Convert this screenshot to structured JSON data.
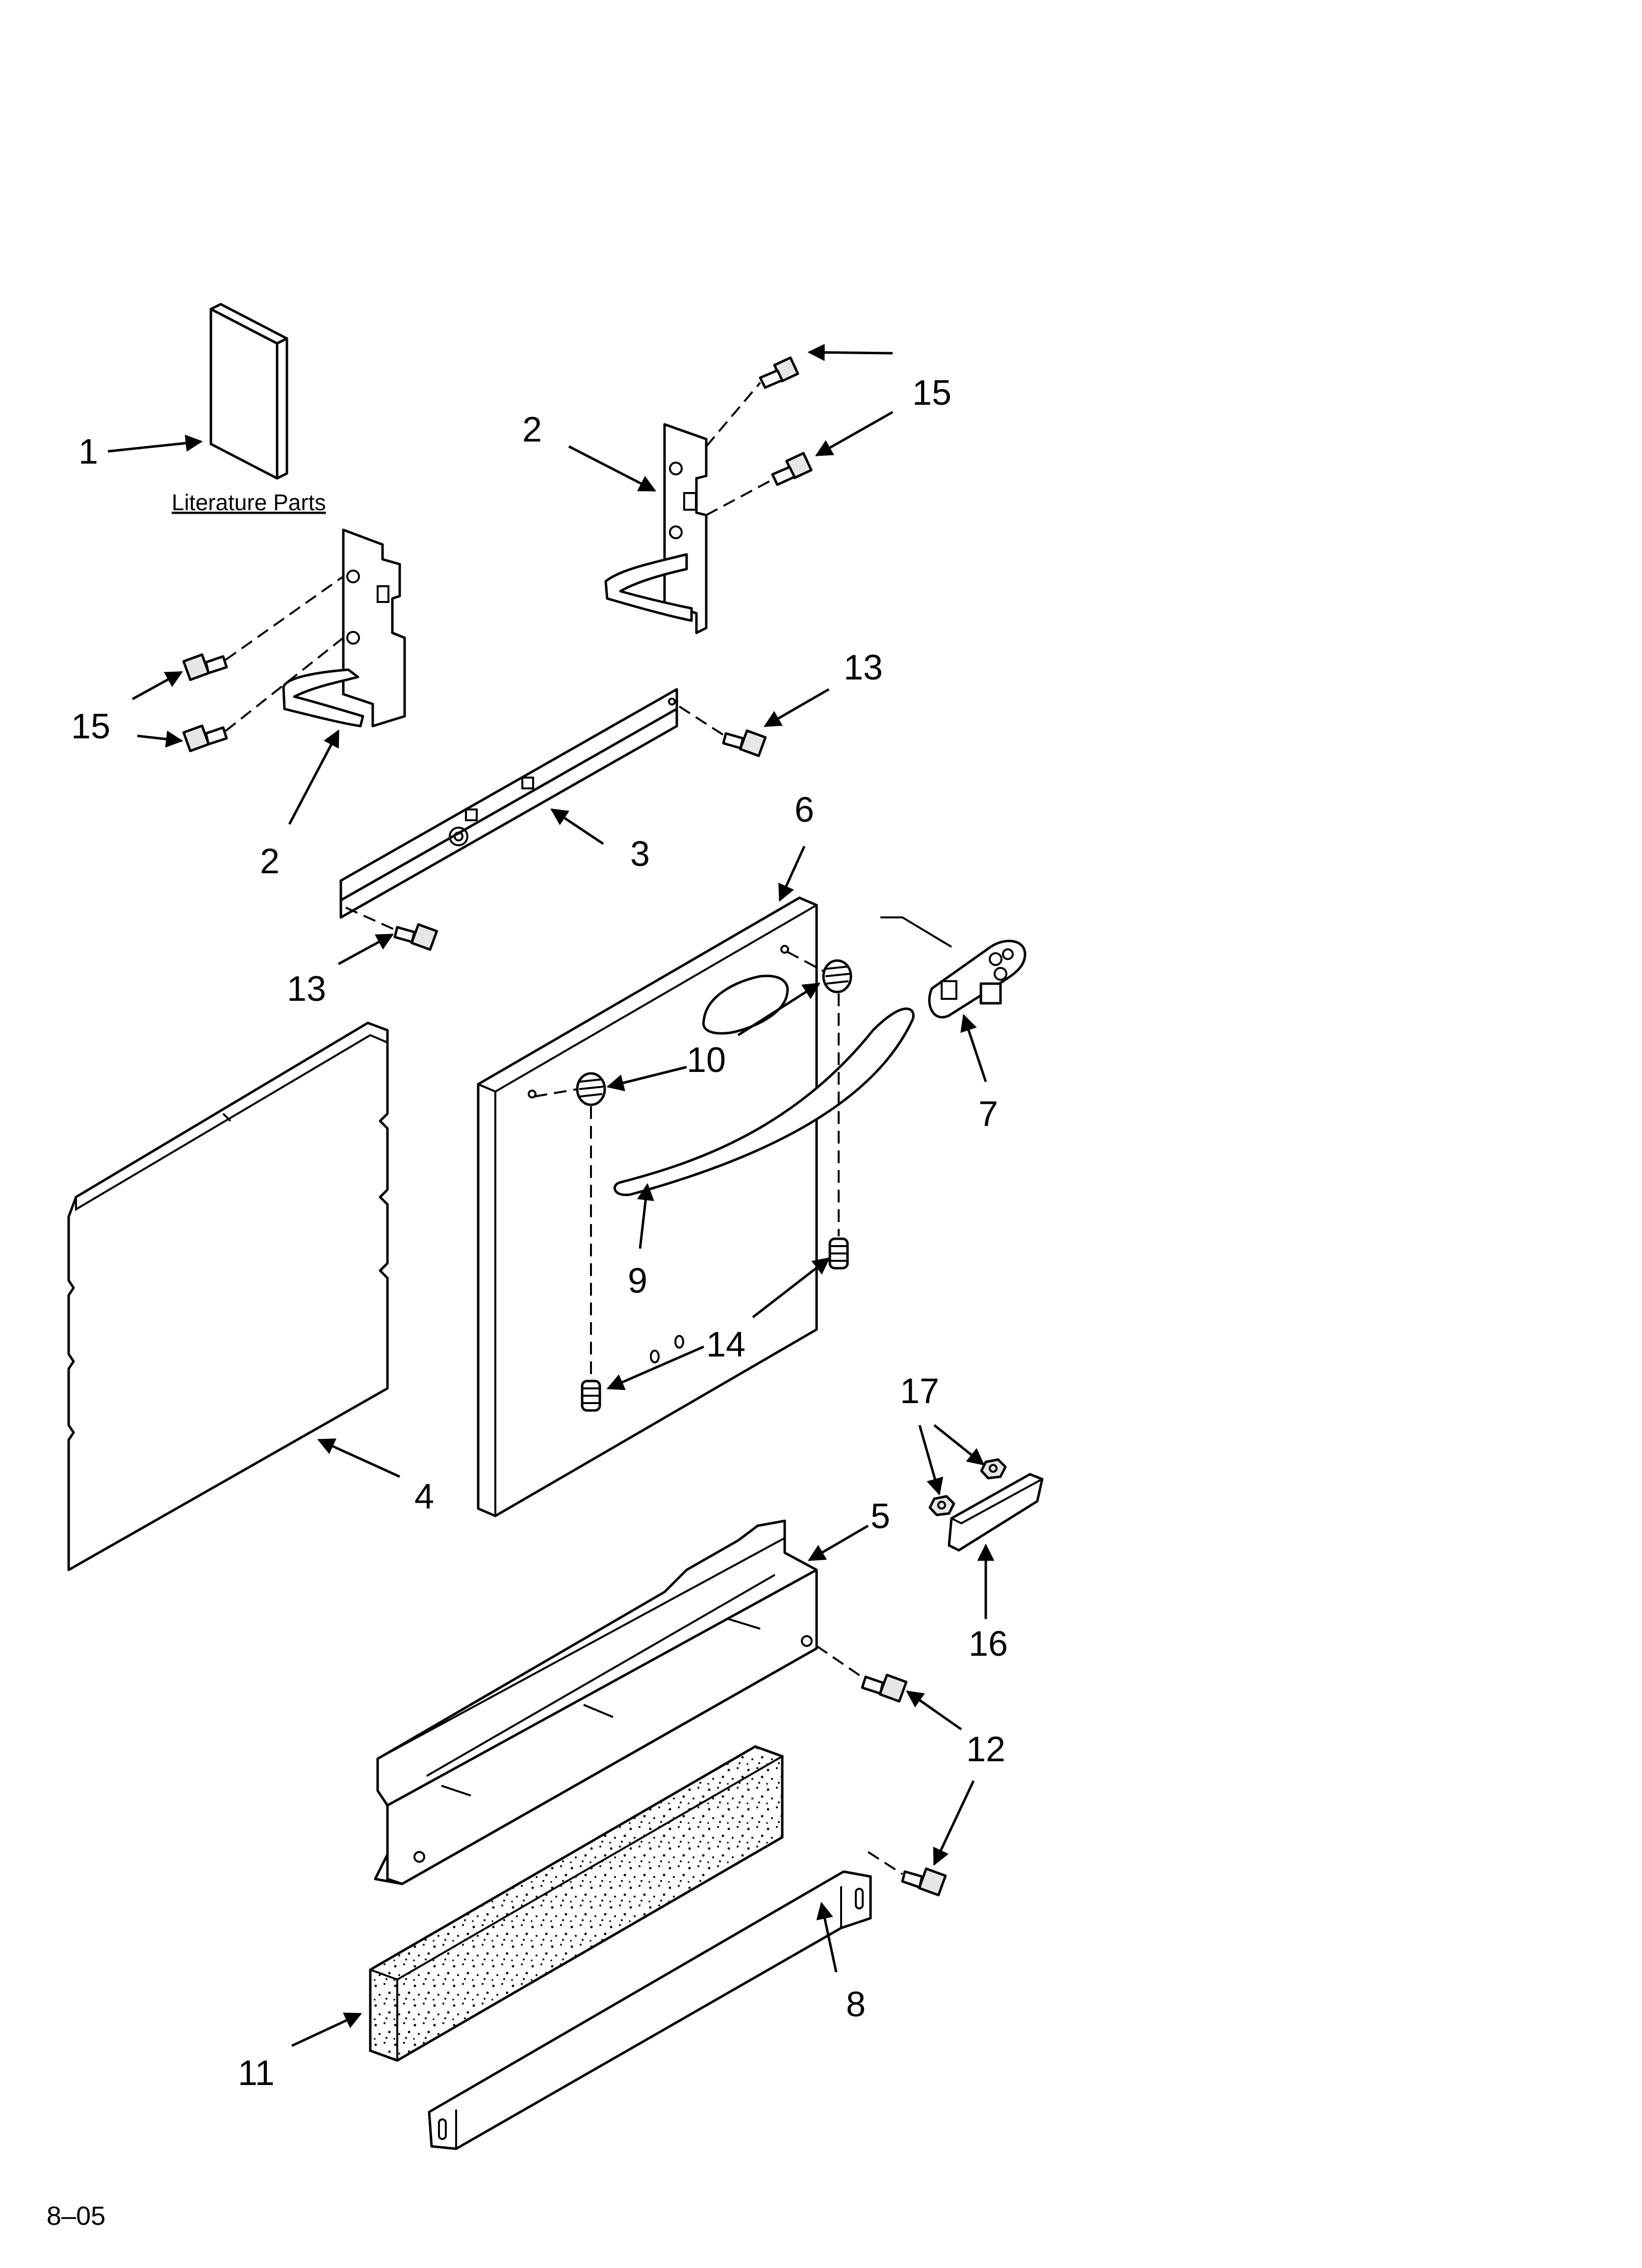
{
  "literature_caption": "Literature Parts",
  "footer_code": "8–05",
  "callouts": {
    "c1": "1",
    "c2a": "2",
    "c2b": "2",
    "c3": "3",
    "c4": "4",
    "c5": "5",
    "c6": "6",
    "c7": "7",
    "c8": "8",
    "c9": "9",
    "c10": "10",
    "c11": "11",
    "c12": "12",
    "c13a": "13",
    "c13b": "13",
    "c14": "14",
    "c15a": "15",
    "c15b": "15",
    "c16": "16",
    "c17": "17"
  }
}
